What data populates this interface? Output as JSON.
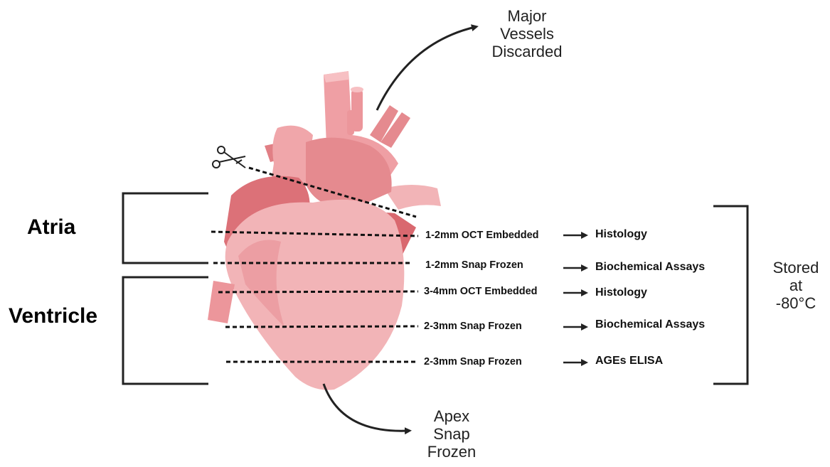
{
  "regions": {
    "atria": "Atria",
    "ventricle": "Ventricle"
  },
  "notes": {
    "vessels": [
      "Major",
      "Vessels",
      "Discarded"
    ],
    "apex": [
      "Apex",
      "Snap",
      "Frozen"
    ],
    "storage": [
      "Stored",
      "at",
      "-80°C"
    ]
  },
  "slices": [
    {
      "label": "1-2mm OCT Embedded",
      "destination": "Histology"
    },
    {
      "label": "1-2mm Snap Frozen",
      "destination": "Biochemical Assays"
    },
    {
      "label": "3-4mm OCT Embedded",
      "destination": "Histology"
    },
    {
      "label": "2-3mm Snap Frozen",
      "destination": "Biochemical Assays"
    },
    {
      "label": "2-3mm Snap Frozen",
      "destination": "AGEs ELISA"
    }
  ],
  "icons": {
    "cut": "scissors-icon"
  },
  "colors": {
    "heart_light": "#f2b4b7",
    "heart_mid": "#e58a8f",
    "heart_dark": "#d9686f",
    "line": "#111111"
  }
}
